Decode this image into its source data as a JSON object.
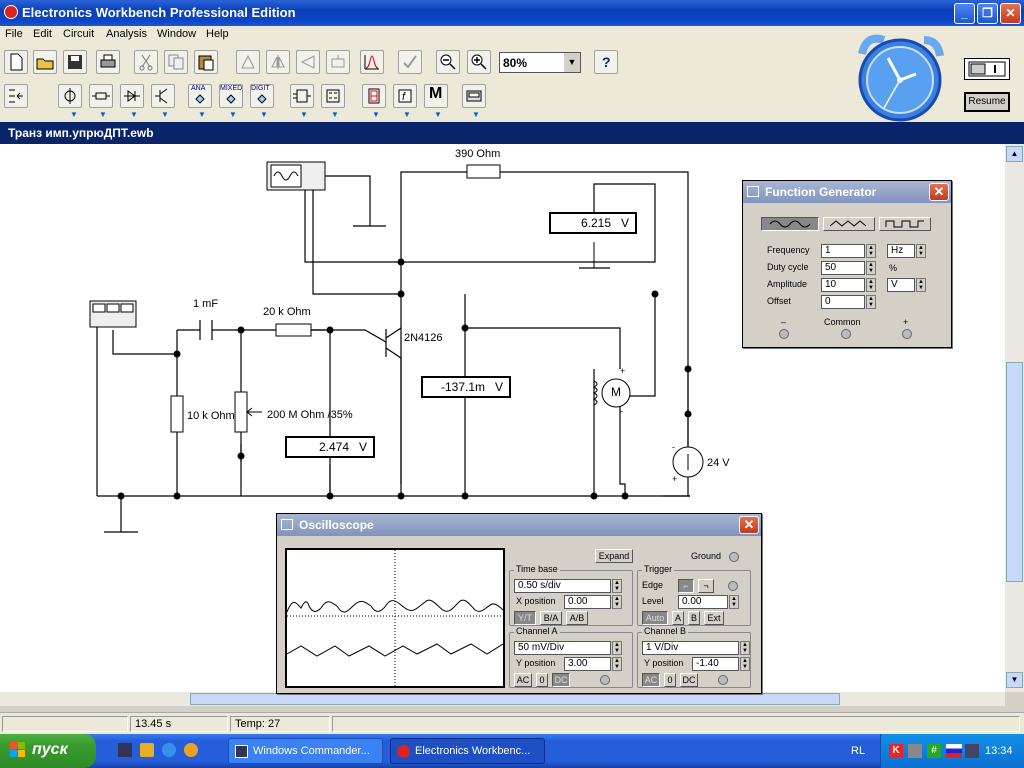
{
  "app": {
    "title": "Electronics Workbench Professional Edition",
    "minimize": "_",
    "maximize": "❐",
    "close": "✕"
  },
  "menu": [
    "File",
    "Edit",
    "Circuit",
    "Analysis",
    "Window",
    "Help"
  ],
  "toolbar": {
    "zoom_value": "80%",
    "help_label": "?",
    "ana_label": "ANA",
    "mixed_label": "MIXED",
    "digit_label": "DIGIT",
    "m_label": "M",
    "resume_label": "Resume"
  },
  "document": {
    "title": "Транз имп.упрюДПТ.ewb"
  },
  "circuit": {
    "r_top": "390  Ohm",
    "cap": "1 mF",
    "r_series": "20 k Ohm",
    "r_shunt": "10 k Ohm",
    "pot": "200 M Ohm /35%",
    "transistor": "2N4126",
    "source": "24 V",
    "meter_top": {
      "value": "6.215",
      "unit": "V"
    },
    "meter_mid": {
      "value": "-137.1m",
      "unit": "V"
    },
    "meter_low": {
      "value": "2.474",
      "unit": "V"
    },
    "motor": "M",
    "plus": "+",
    "minus": "-"
  },
  "function_generator": {
    "title": "Function Generator",
    "waveforms": [
      "sine",
      "triangle",
      "square"
    ],
    "rows": [
      {
        "label": "Frequency",
        "value": "1",
        "unit": "Hz"
      },
      {
        "label": "Duty cycle",
        "value": "50",
        "unit": "%"
      },
      {
        "label": "Amplitude",
        "value": "10",
        "unit": "V"
      },
      {
        "label": "Offset",
        "value": "0",
        "unit": ""
      }
    ],
    "terminals": [
      "–",
      "Common",
      "+"
    ]
  },
  "oscilloscope": {
    "title": "Oscilloscope",
    "expand": "Expand",
    "ground": "Ground",
    "time_base": {
      "title": "Time base",
      "value": "0.50 s/div",
      "xpos_label": "X position",
      "xpos": "0.00",
      "modes": [
        "Y/T",
        "B/A",
        "A/B"
      ]
    },
    "trigger": {
      "title": "Trigger",
      "edge_label": "Edge",
      "level_label": "Level",
      "level": "0.00",
      "modes": [
        "Auto",
        "A",
        "B",
        "Ext"
      ]
    },
    "channel_a": {
      "title": "Channel A",
      "value": "50 mV/Div",
      "ypos_label": "Y position",
      "ypos": "3.00",
      "coupling": [
        "AC",
        "0",
        "DC"
      ]
    },
    "channel_b": {
      "title": "Channel B",
      "value": "1  V/Div",
      "ypos_label": "Y position",
      "ypos": "-1.40",
      "coupling": [
        "AC",
        "0",
        "DC"
      ]
    }
  },
  "status": {
    "time": "13.45 s",
    "temp": "Temp:  27"
  },
  "taskbar": {
    "start": "пуск",
    "tasks": [
      "Windows Commander...",
      "Electronics Workbenc..."
    ],
    "lang": "RL",
    "clock": "13:34"
  }
}
